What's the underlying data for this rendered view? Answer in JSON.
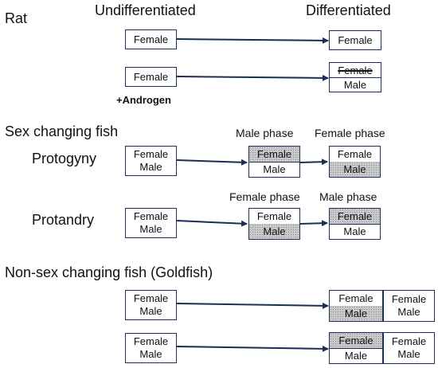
{
  "headers": {
    "rat": "Rat",
    "undifferentiated": "Undifferentiated",
    "differentiated": "Differentiated",
    "sex_changing": "Sex changing fish",
    "protogyny": "Protogyny",
    "protandry": "Protandry",
    "non_sex_changing": "Non-sex changing fish (Goldfish)"
  },
  "labels": {
    "androgen": "+Androgen",
    "male_phase": "Male phase",
    "female_phase": "Female phase"
  },
  "words": {
    "female": "Female",
    "male": "Male"
  }
}
